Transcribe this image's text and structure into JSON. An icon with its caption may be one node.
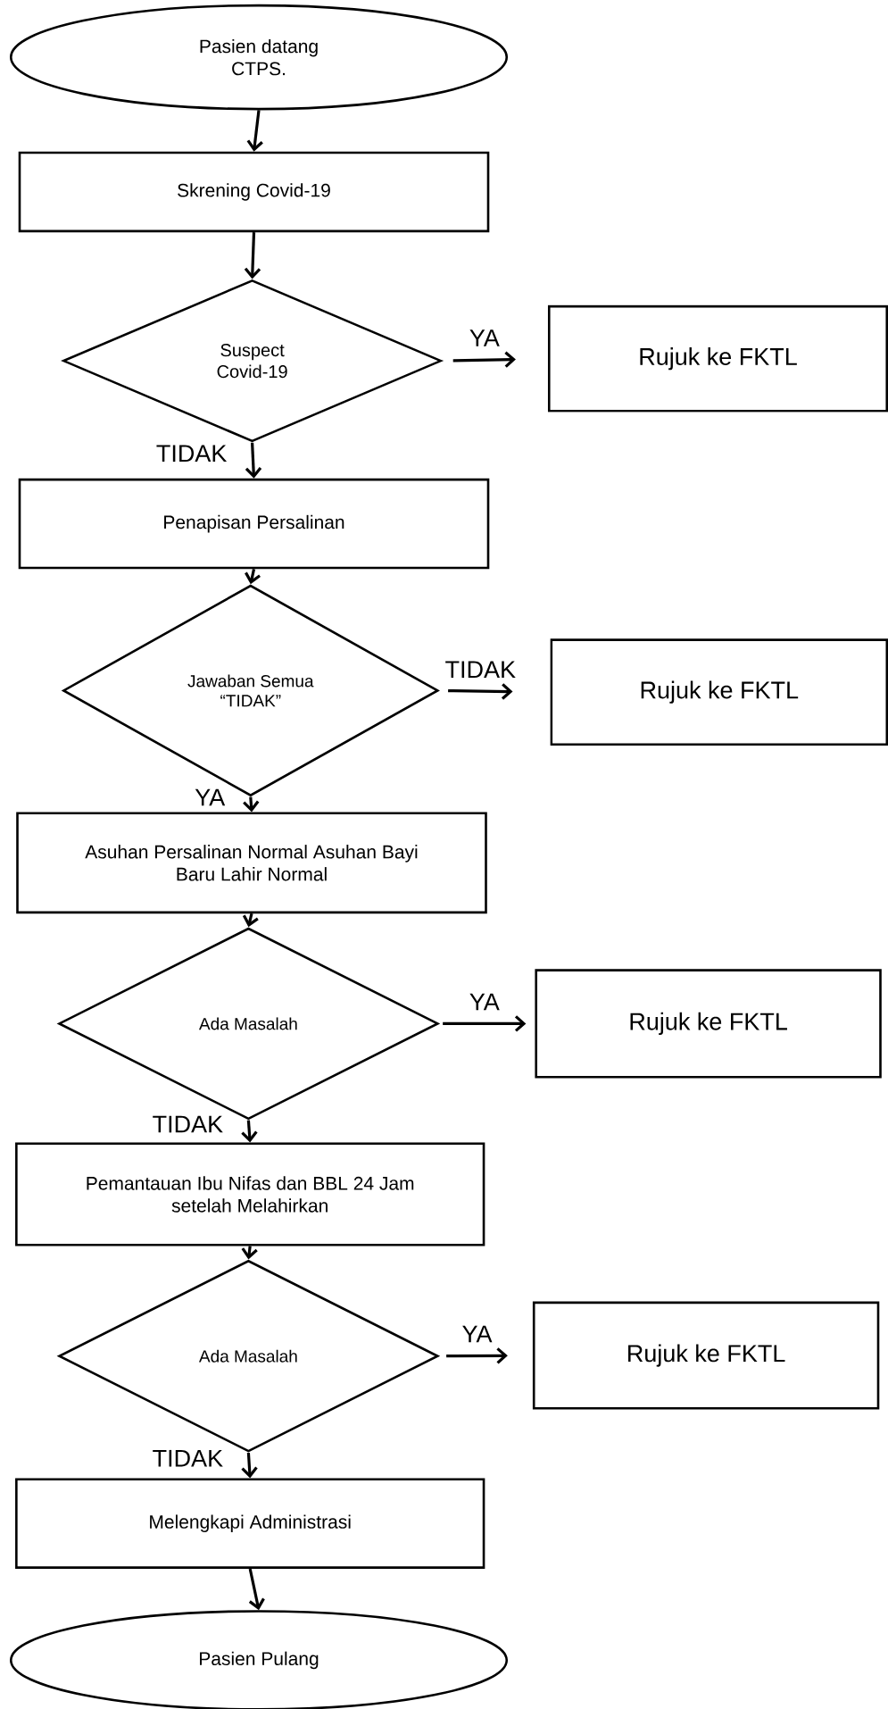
{
  "diagram": {
    "nodes": [
      {
        "text": [
          "Pasien datang CTPS."
        ]
      },
      {
        "text": [
          "Skrening Covid-19"
        ]
      },
      {
        "text": [
          "Suspect Covid-19"
        ]
      },
      {
        "text": [
          "Rujuk ke FKTL"
        ]
      },
      {
        "text": [
          "Penapisan Persalinan"
        ]
      },
      {
        "text": [
          "Jawaban Semua “TIDAK”"
        ]
      },
      {
        "text": [
          "Rujuk ke FKTL"
        ]
      },
      {
        "text": [
          "Asuhan Persalinan Normal Asuhan Bayi Baru Lahir Normal"
        ]
      },
      {
        "text": [
          "Ada Masalah"
        ]
      },
      {
        "text": [
          "Rujuk ke FKTL"
        ]
      },
      {
        "text": [
          "Pemantauan Ibu Nifas dan BBL 24 Jam setelah Melahirkan"
        ]
      },
      {
        "text": [
          "Ada Masalah"
        ]
      },
      {
        "text": [
          "Rujuk ke FKTL"
        ]
      },
      {
        "text": [
          "Melengkapi Administrasi"
        ]
      },
      {
        "text": [
          "Pasien Pulang"
        ]
      }
    ],
    "edges": [
      {
        "from": 0,
        "to": 1,
        "arrow": "to"
      },
      {
        "from": 1,
        "to": 2,
        "arrow": "to"
      },
      {
        "from": 2,
        "to": 3,
        "arrow": "to",
        "label": "YA"
      },
      {
        "from": 2,
        "to": 4,
        "arrow": "to",
        "label": "TIDAK"
      },
      {
        "from": 4,
        "to": 5,
        "arrow": "to"
      },
      {
        "from": 5,
        "to": 6,
        "arrow": "to",
        "label": "TIDAK"
      },
      {
        "from": 5,
        "to": 7,
        "arrow": "to",
        "label": "YA"
      },
      {
        "from": 7,
        "to": 8,
        "arrow": "to"
      },
      {
        "from": 8,
        "to": 9,
        "arrow": "to",
        "label": "YA"
      },
      {
        "from": 8,
        "to": 10,
        "arrow": "to",
        "label": "TIDAK"
      },
      {
        "from": 10,
        "to": 11,
        "arrow": "to"
      },
      {
        "from": 11,
        "to": 12,
        "arrow": "to",
        "label": "YA"
      },
      {
        "from": 11,
        "to": 13,
        "arrow": "to",
        "label": "TIDAK"
      },
      {
        "from": 13,
        "to": 14,
        "arrow": "to"
      }
    ]
  }
}
